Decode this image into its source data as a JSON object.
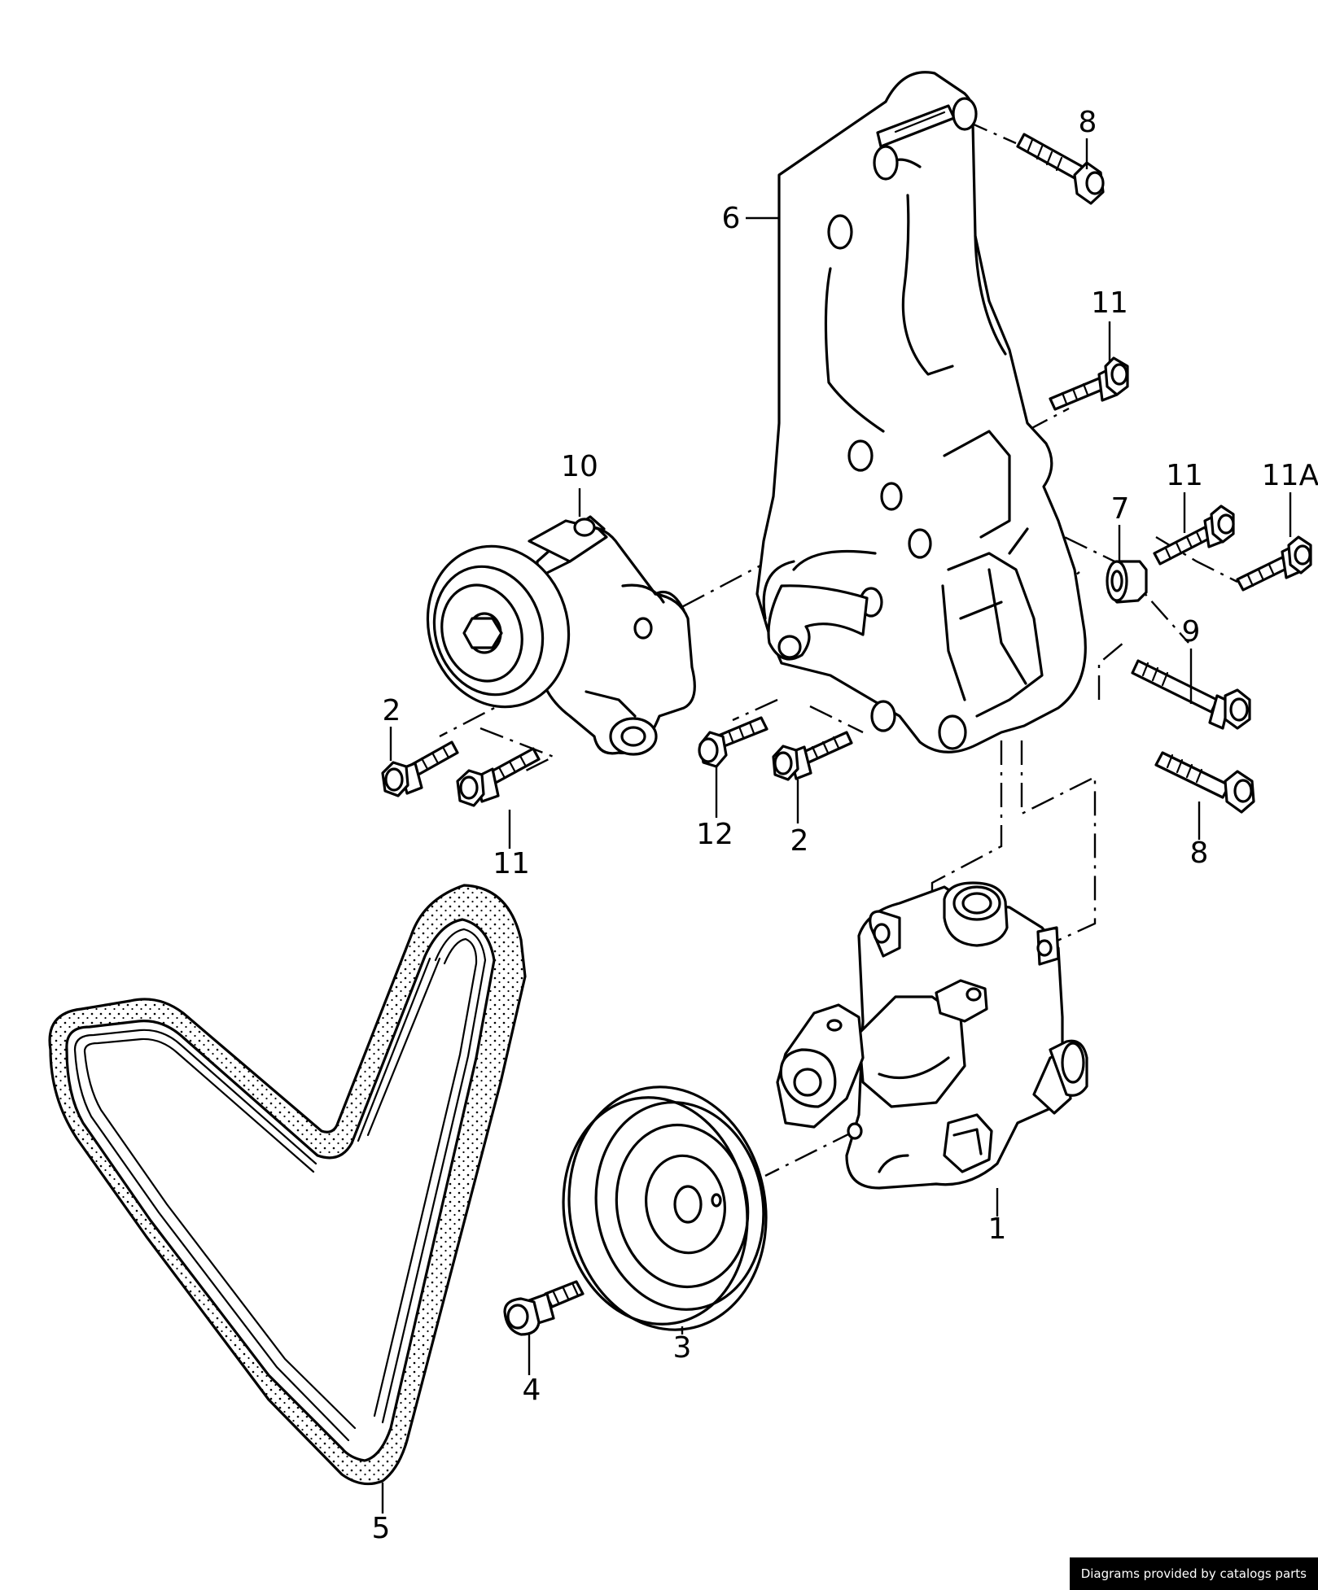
{
  "callouts": {
    "c1": "1",
    "c2a": "2",
    "c2b": "2",
    "c3": "3",
    "c4": "4",
    "c5": "5",
    "c6": "6",
    "c7": "7",
    "c8a": "8",
    "c8b": "8",
    "c9": "9",
    "c10": "10",
    "c11a": "11",
    "c11b": "11",
    "c11c": "11",
    "c11A": "11A",
    "c12": "12"
  },
  "footer": {
    "credit": "Diagrams provided by catalogs parts"
  },
  "colors": {
    "line": "#000000",
    "background": "#ffffff",
    "footer_bg": "#000000",
    "footer_text": "#ffffff"
  }
}
